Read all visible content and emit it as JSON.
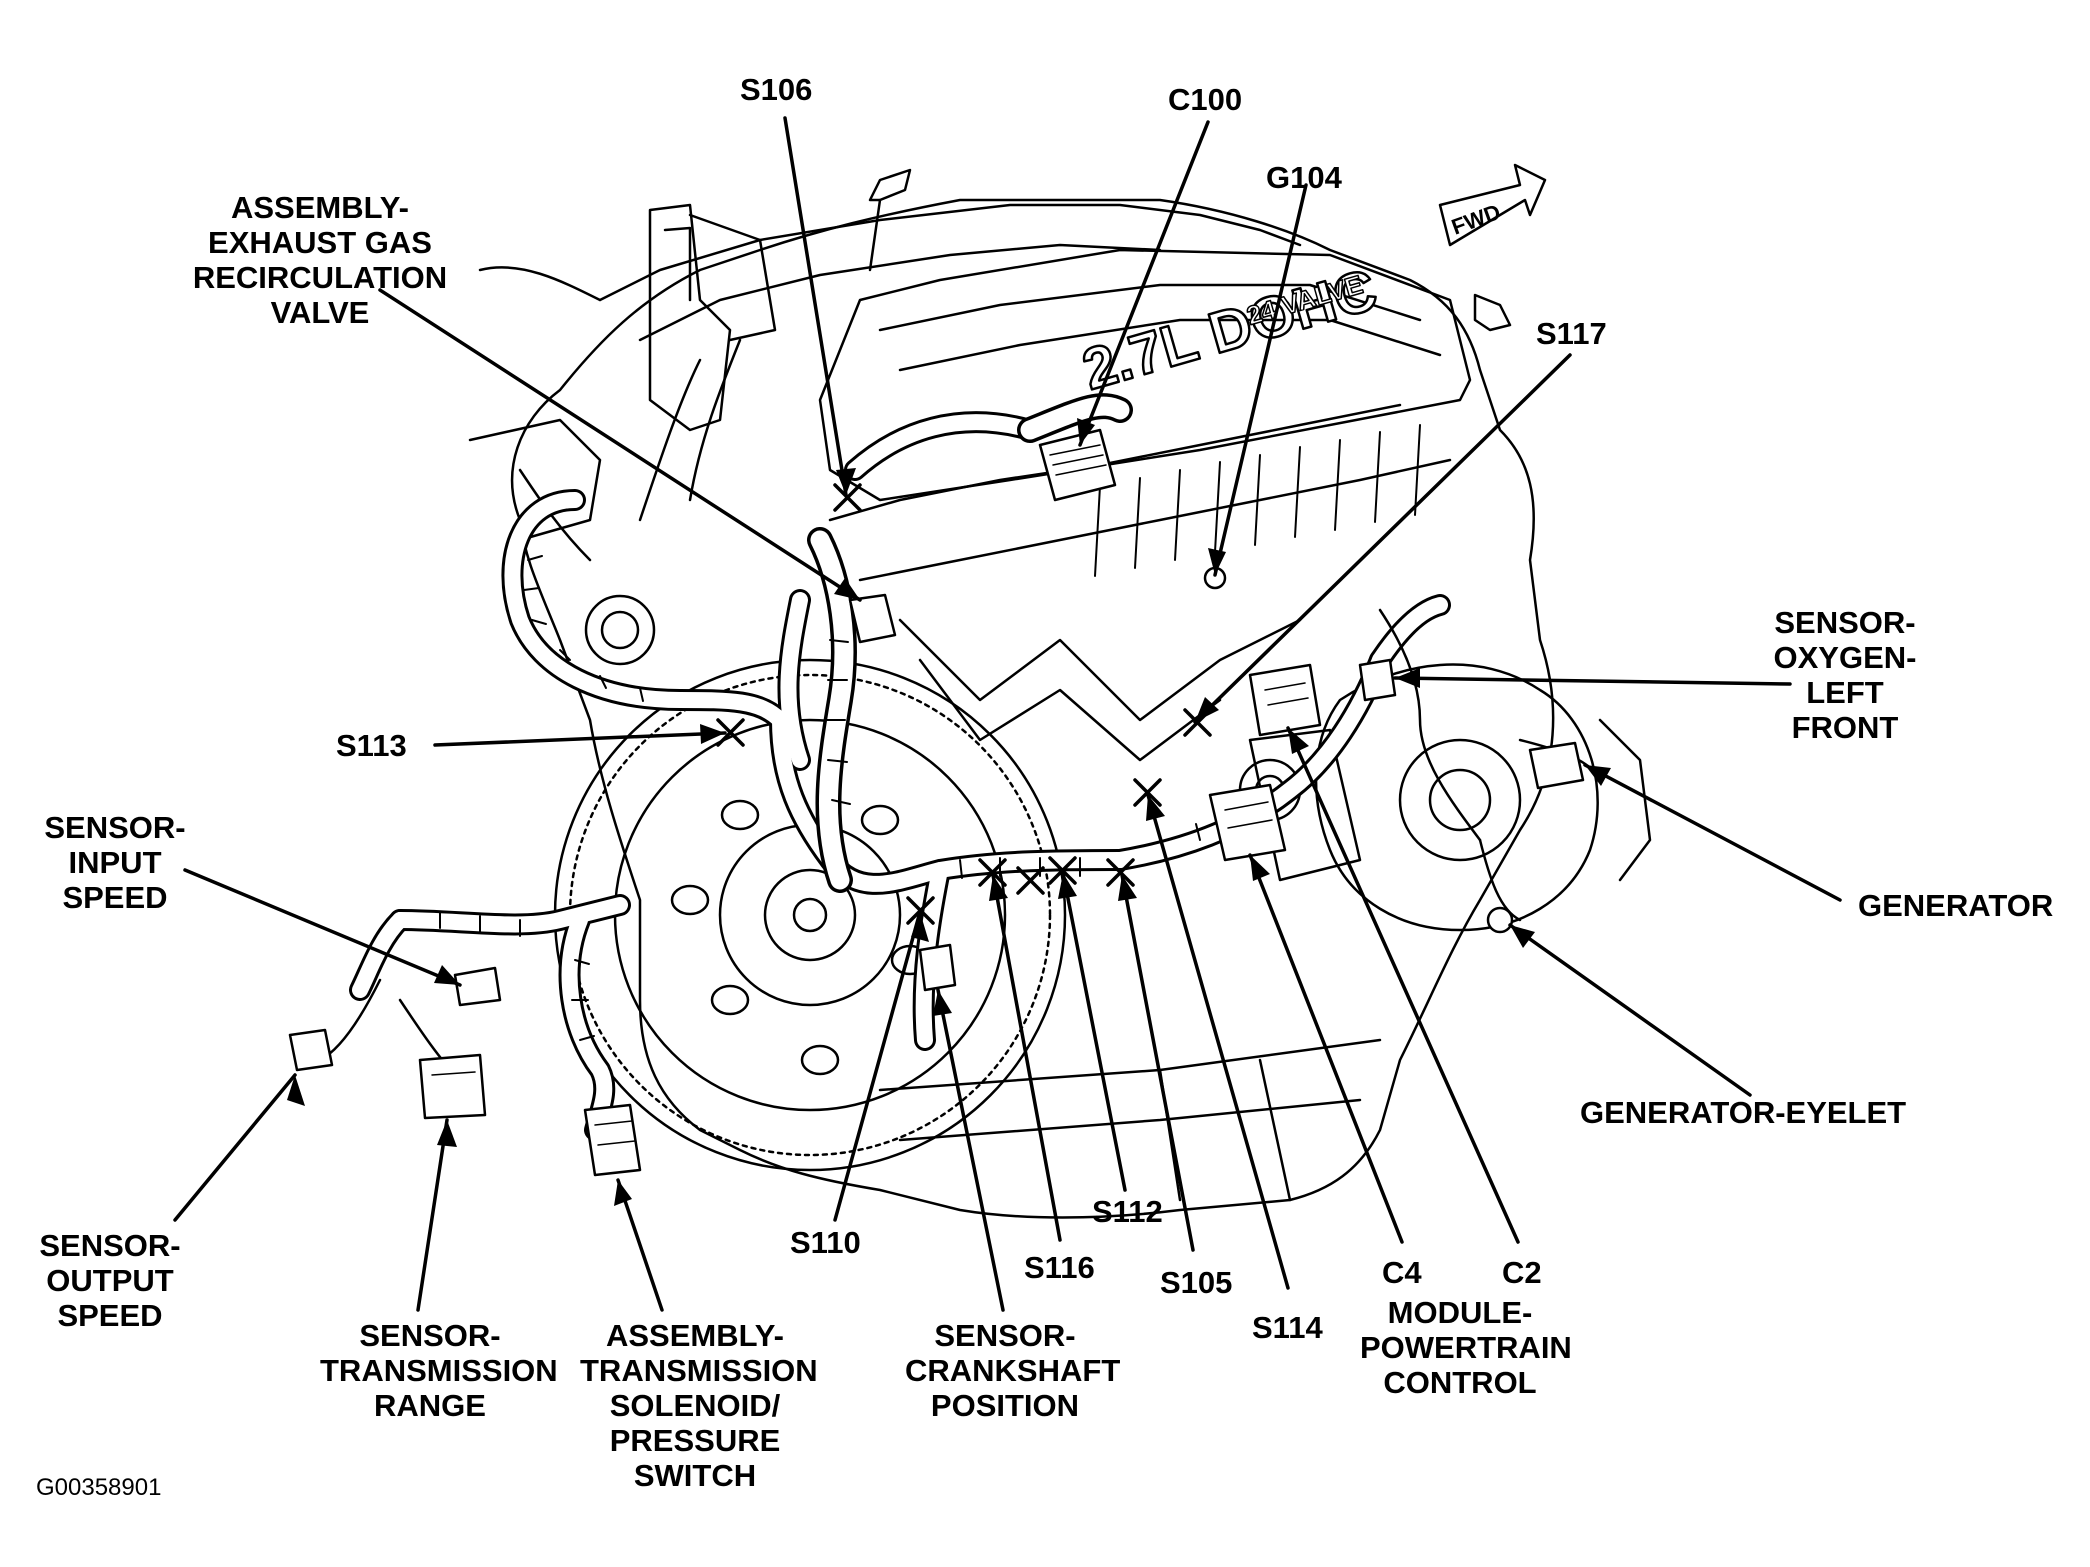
{
  "labels": {
    "s106": "S106",
    "c100": "C100",
    "g104": "G104",
    "s117": "S117",
    "egr": [
      "ASSEMBLY-",
      "EXHAUST GAS",
      "RECIRCULATION",
      "VALVE"
    ],
    "o2": [
      "SENSOR-",
      "OXYGEN-",
      "LEFT",
      "FRONT"
    ],
    "s113": "S113",
    "input_speed": [
      "SENSOR-",
      "INPUT",
      "SPEED"
    ],
    "generator": "GENERATOR",
    "generator_eyelet": "GENERATOR-EYELET",
    "output_speed": [
      "SENSOR-",
      "OUTPUT",
      "SPEED"
    ],
    "trans_range": [
      "SENSOR-",
      "TRANSMISSION",
      "RANGE"
    ],
    "solenoid": [
      "ASSEMBLY-",
      "TRANSMISSION",
      "SOLENOID/",
      "PRESSURE",
      "SWITCH"
    ],
    "s110": "S110",
    "s116": "S116",
    "crank": [
      "SENSOR-",
      "CRANKSHAFT",
      "POSITION"
    ],
    "s112": "S112",
    "s105": "S105",
    "s114": "S114",
    "c4": "C4",
    "c2": "C2",
    "pcm": [
      "MODULE-",
      "POWERTRAIN",
      "CONTROL"
    ]
  },
  "engine_text": {
    "displacement": "2.7L DOHC",
    "valves": "24 VALVE",
    "fwd": "FWD"
  },
  "figure_code": "G00358901",
  "colors": {
    "ink": "#000000",
    "background": "#ffffff"
  }
}
